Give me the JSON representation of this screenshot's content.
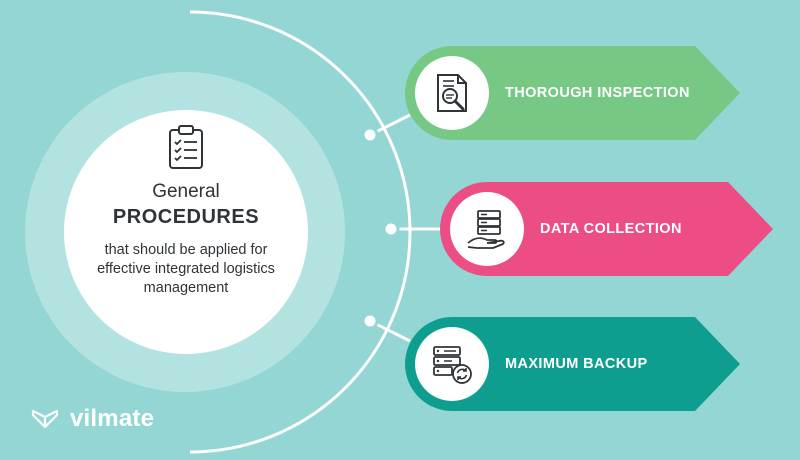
{
  "center": {
    "title_line1": "General",
    "title_line2": "PROCEDURES",
    "description": "that should be applied for effective integrated logistics management",
    "icon": "clipboard-checklist-icon"
  },
  "items": [
    {
      "label": "THOROUGH INSPECTION",
      "icon": "document-magnifier-icon",
      "color": "#77c884"
    },
    {
      "label": "DATA COLLECTION",
      "icon": "hand-server-icon",
      "color": "#ec4d84"
    },
    {
      "label": "MAXIMUM BACKUP",
      "icon": "server-backup-icon",
      "color": "#0e9e8f"
    }
  ],
  "brand": {
    "name": "vilmate",
    "icon": "vilmate-logo-icon"
  },
  "colors": {
    "background": "#93d6d3",
    "ring": "#b3e3e1",
    "text": "#2f3438"
  }
}
